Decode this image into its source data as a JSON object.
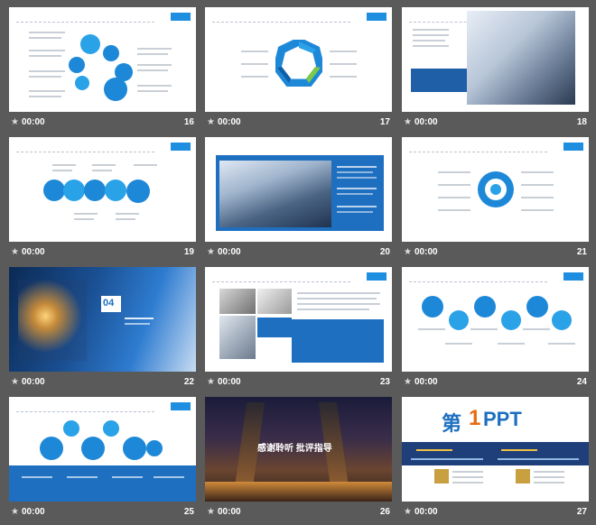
{
  "slides": [
    {
      "num": "16",
      "time": "00:00"
    },
    {
      "num": "17",
      "time": "00:00"
    },
    {
      "num": "18",
      "time": "00:00"
    },
    {
      "num": "19",
      "time": "00:00"
    },
    {
      "num": "20",
      "time": "00:00"
    },
    {
      "num": "21",
      "time": "00:00"
    },
    {
      "num": "22",
      "time": "00:00"
    },
    {
      "num": "23",
      "time": "00:00"
    },
    {
      "num": "24",
      "time": "00:00"
    },
    {
      "num": "25",
      "time": "00:00"
    },
    {
      "num": "26",
      "time": "00:00"
    },
    {
      "num": "27",
      "time": "00:00"
    }
  ],
  "slide22": {
    "badge": "04"
  },
  "slide26": {
    "title": "感谢聆听 批评指导"
  },
  "slide27": {
    "logo_left": "第",
    "logo_num": "1",
    "logo_right": "PPT"
  },
  "colors": {
    "accent": "#1e88d8",
    "background": "#5a5a5a"
  }
}
